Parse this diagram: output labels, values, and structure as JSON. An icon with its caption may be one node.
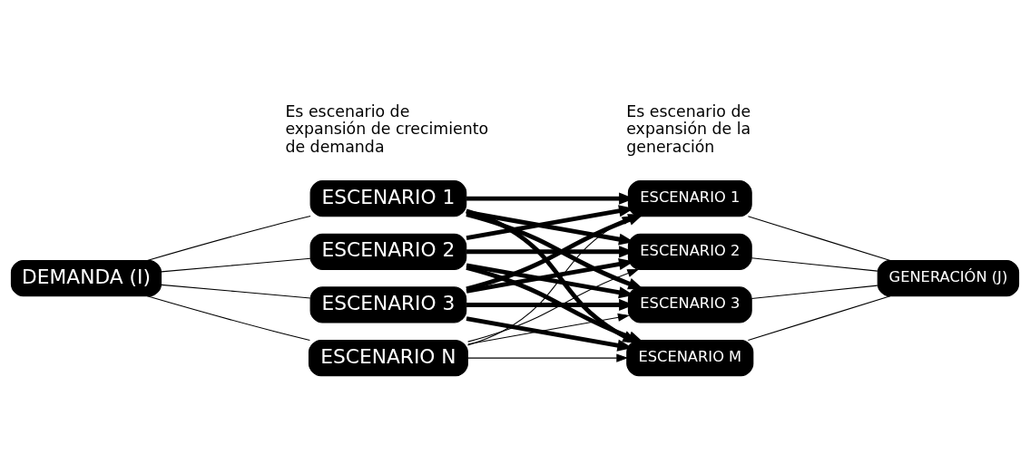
{
  "diagram": {
    "nodes": [
      {
        "text": [
          "DEMANDA (I)"
        ]
      },
      {
        "text": [
          "ESCENARIO 1"
        ]
      },
      {
        "text": [
          "ESCENARIO 2"
        ]
      },
      {
        "text": [
          "ESCENARIO 3"
        ]
      },
      {
        "text": [
          "ESCENARIO N"
        ]
      },
      {
        "text": [
          "ESCENARIO 1"
        ]
      },
      {
        "text": [
          "ESCENARIO 2"
        ]
      },
      {
        "text": [
          "ESCENARIO 3"
        ]
      },
      {
        "text": [
          "ESCENARIO M"
        ]
      },
      {
        "text": [
          "GENERACIÓN (J)"
        ]
      }
    ],
    "edges": [
      {
        "from": 0,
        "to": 1,
        "arrow": "none"
      },
      {
        "from": 0,
        "to": 2,
        "arrow": "none"
      },
      {
        "from": 0,
        "to": 3,
        "arrow": "none"
      },
      {
        "from": 0,
        "to": 4,
        "arrow": "none"
      },
      {
        "from": 1,
        "to": 5,
        "arrow": "to",
        "style": "thick"
      },
      {
        "from": 1,
        "to": 6,
        "arrow": "to",
        "style": "thick"
      },
      {
        "from": 1,
        "to": 7,
        "arrow": "to",
        "style": "thick"
      },
      {
        "from": 1,
        "to": 8,
        "arrow": "to",
        "style": "thick"
      },
      {
        "from": 2,
        "to": 5,
        "arrow": "to",
        "style": "thick"
      },
      {
        "from": 2,
        "to": 6,
        "arrow": "to",
        "style": "thick"
      },
      {
        "from": 2,
        "to": 7,
        "arrow": "to",
        "style": "thick"
      },
      {
        "from": 2,
        "to": 8,
        "arrow": "to",
        "style": "thick"
      },
      {
        "from": 3,
        "to": 5,
        "arrow": "to",
        "style": "thick"
      },
      {
        "from": 3,
        "to": 6,
        "arrow": "to",
        "style": "thick"
      },
      {
        "from": 3,
        "to": 7,
        "arrow": "to",
        "style": "thick"
      },
      {
        "from": 3,
        "to": 8,
        "arrow": "to",
        "style": "thick"
      },
      {
        "from": 4,
        "to": 5,
        "arrow": "to"
      },
      {
        "from": 4,
        "to": 6,
        "arrow": "to"
      },
      {
        "from": 4,
        "to": 7,
        "arrow": "to"
      },
      {
        "from": 4,
        "to": 8,
        "arrow": "to"
      },
      {
        "from": 5,
        "to": 9,
        "arrow": "none"
      },
      {
        "from": 6,
        "to": 9,
        "arrow": "none"
      },
      {
        "from": 7,
        "to": 9,
        "arrow": "none"
      },
      {
        "from": 8,
        "to": 9,
        "arrow": "none"
      }
    ],
    "labels": [
      "Es escenario de expansión de crecimiento de demanda",
      "Es escenario de expansión de la generación"
    ]
  }
}
